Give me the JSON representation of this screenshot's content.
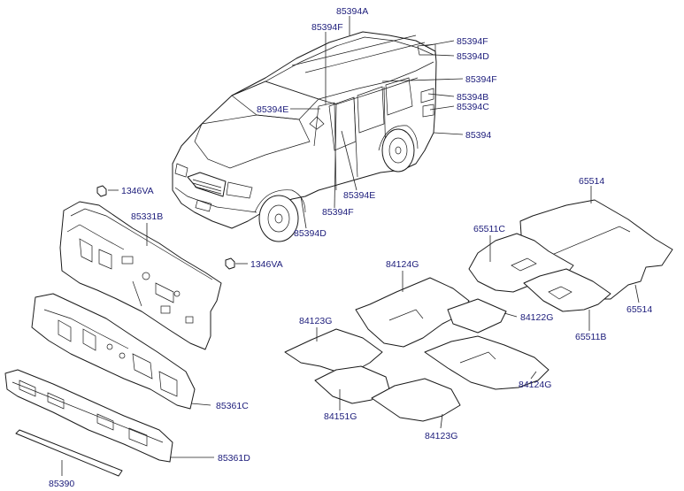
{
  "colors": {
    "label_text": "#1b1b7a",
    "line_art": "#1a1a1a",
    "background": "#ffffff"
  },
  "labels": {
    "vehicle_top": "85394A",
    "vehicle_f_roof": "85394F",
    "vehicle_f_rear_top": "85394F",
    "vehicle_d_rear": "85394D",
    "vehicle_f_rear_mid": "85394F",
    "vehicle_b": "85394B",
    "vehicle_c": "85394C",
    "vehicle_e_windshield": "85394E",
    "vehicle_base": "85394",
    "vehicle_e_lower": "85394E",
    "vehicle_f_lower": "85394F",
    "vehicle_d_lower": "85394D",
    "nut_upper": "1346VA",
    "dash_panel": "85331B",
    "nut_lower": "1346VA",
    "insulator_c": "85361C",
    "insulator_d": "85361D",
    "strip": "85390",
    "mat_65514_top": "65514",
    "mat_65511c": "65511C",
    "mat_65514_right": "65514",
    "mat_65511b": "65511B",
    "mat_84124g_top": "84124G",
    "mat_84122g": "84122G",
    "mat_84123g_left": "84123G",
    "mat_84124g_right": "84124G",
    "mat_84151g": "84151G",
    "mat_84123g_bottom": "84123G"
  }
}
